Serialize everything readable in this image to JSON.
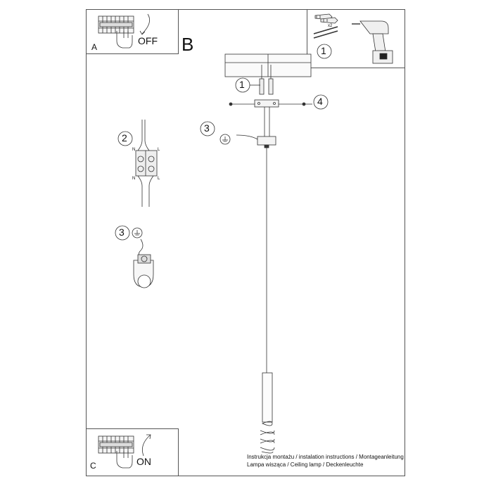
{
  "panels": {
    "a_letter": "A",
    "a_switch": "OFF",
    "b_letter": "B",
    "c_letter": "C",
    "c_switch": "ON"
  },
  "steps": {
    "s1_top": "1",
    "s1_main": "1",
    "s2": "2",
    "s3_main": "3",
    "s3_side": "3",
    "s4": "4"
  },
  "hardware": {
    "qty": "x2"
  },
  "terminal": {
    "n_top": "N",
    "l_top": "L",
    "n_bottom": "N",
    "l_bottom": "L"
  },
  "footer": {
    "line1": "Instrukcja montażu / instalation instructions / Montageanleitung",
    "line2": "Lampa wisząca / Ceiling lamp / Deckenleuchte"
  }
}
